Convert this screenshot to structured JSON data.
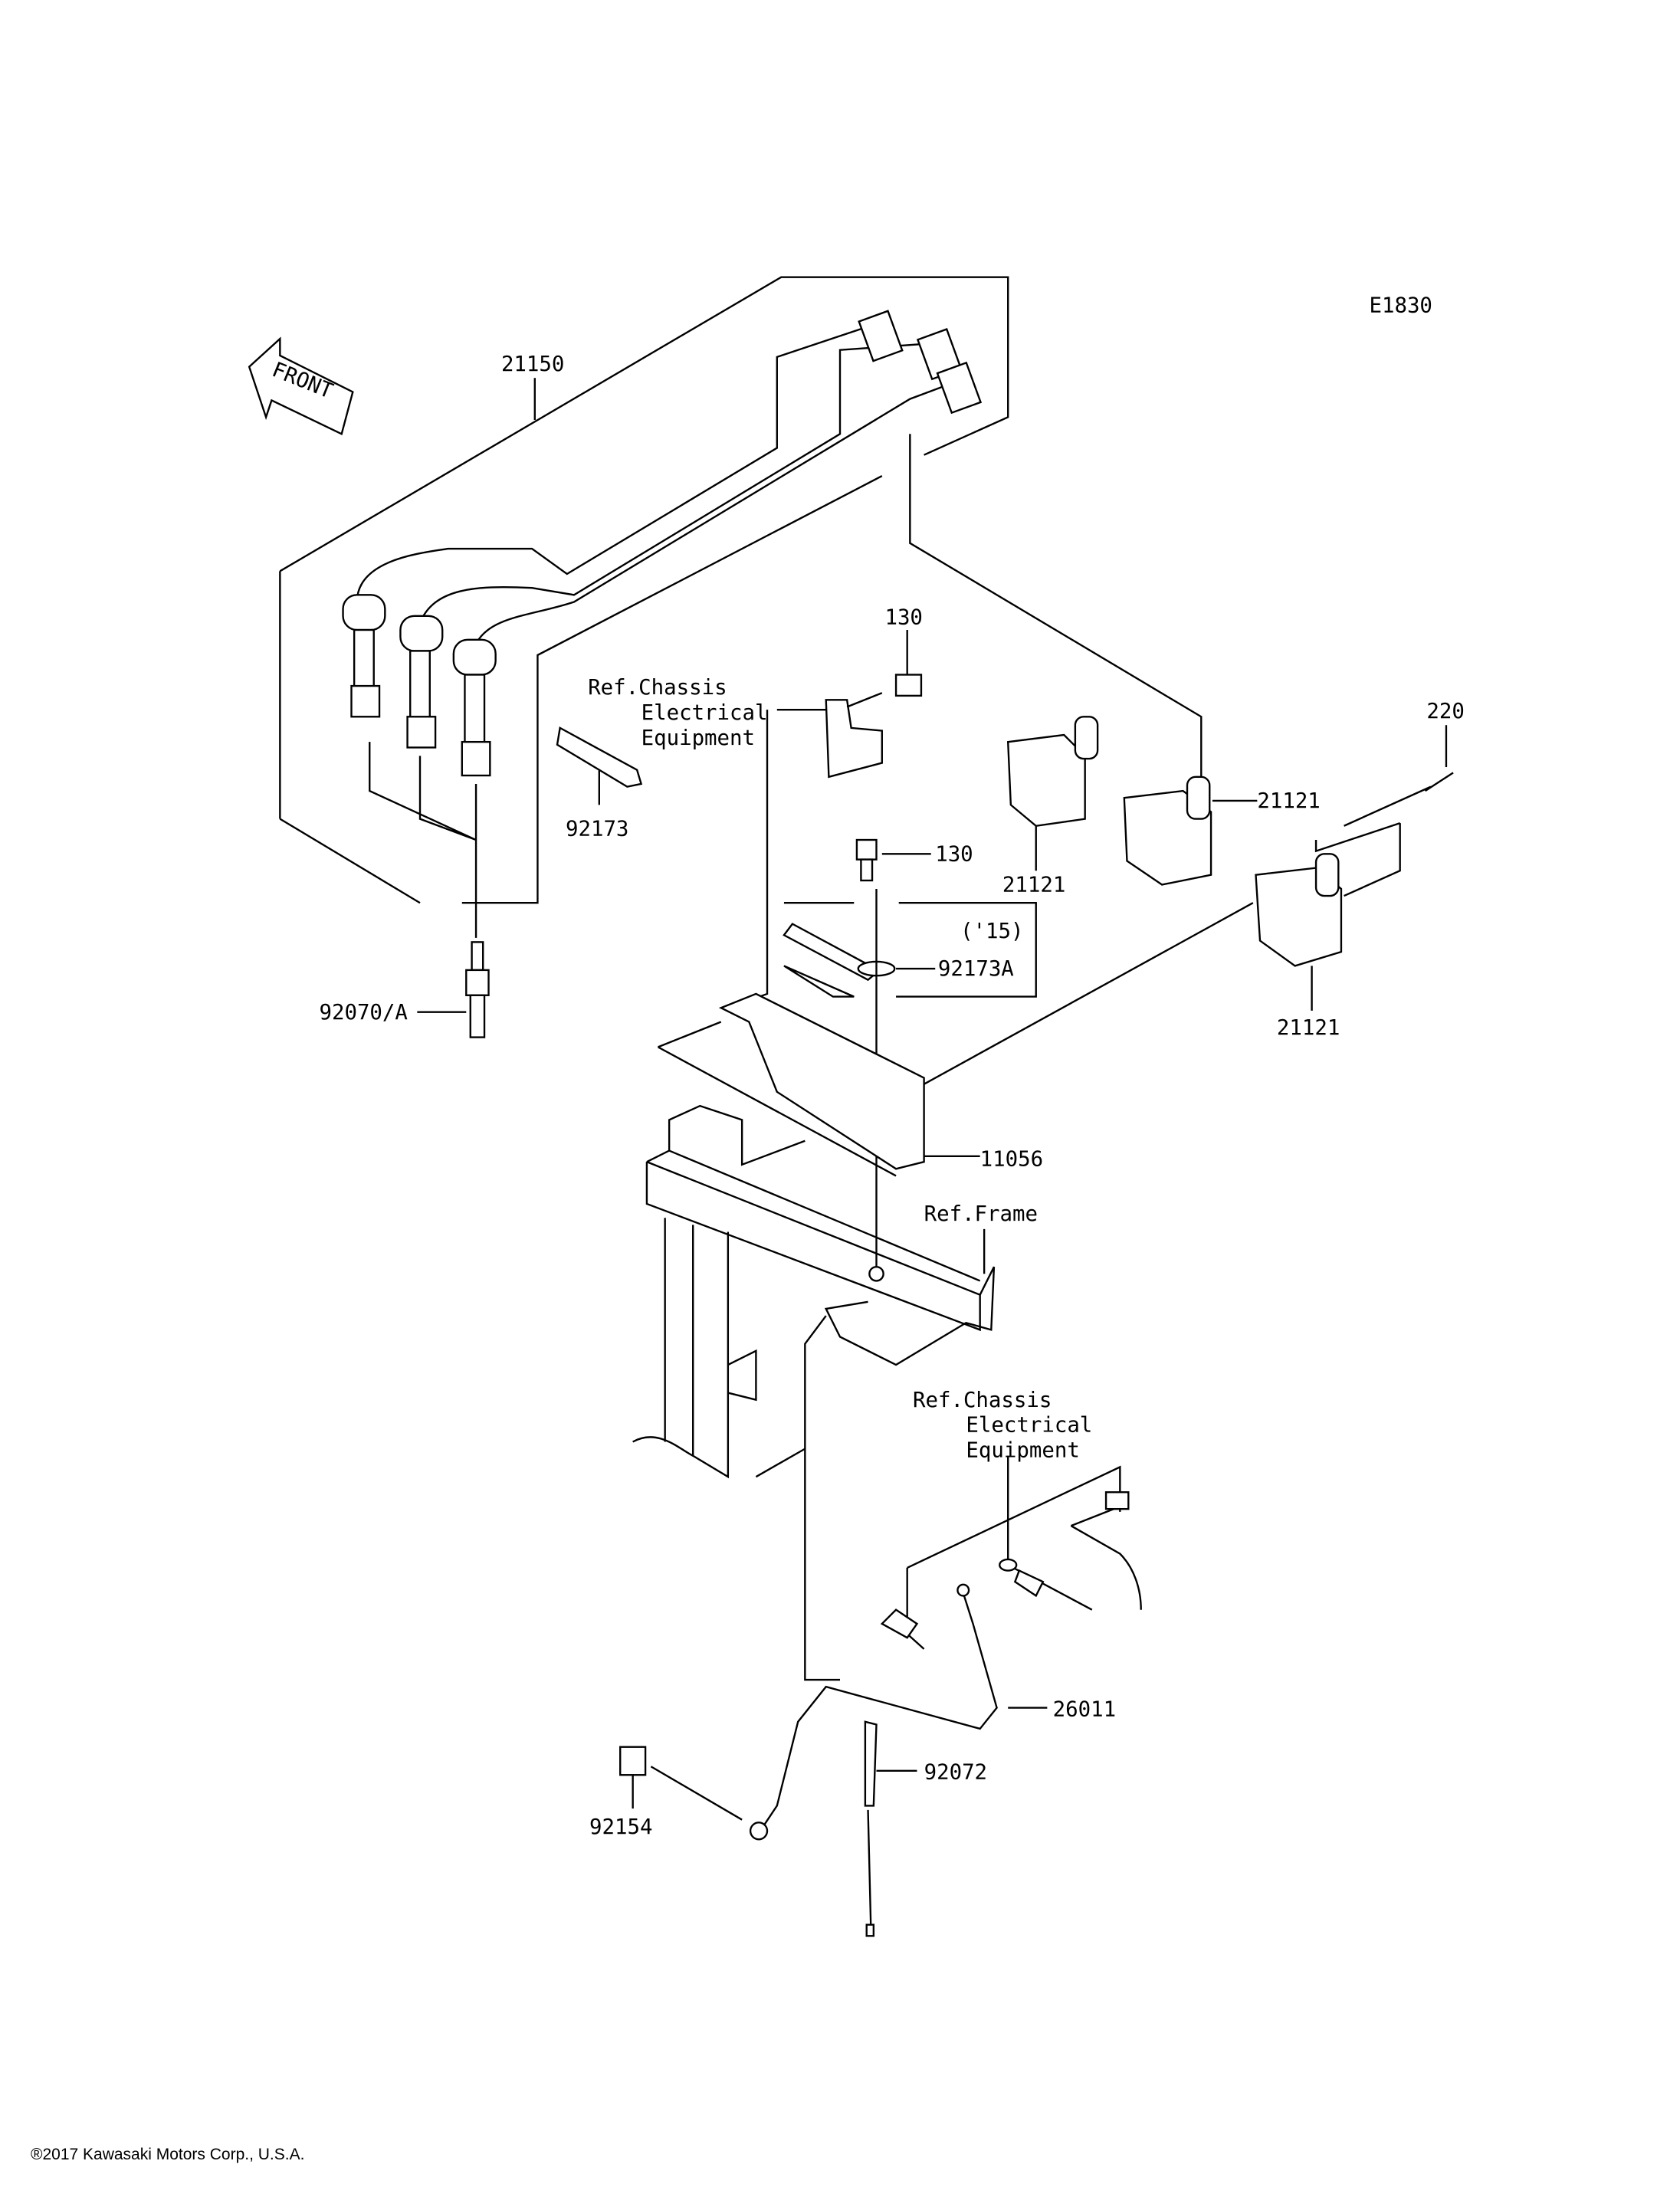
{
  "diagram_code": "E1830",
  "front_arrow_label": "FRONT",
  "parts": {
    "plug_leads": "21150",
    "bolt_upper": "130",
    "bolt_lower": "130",
    "bolt_coil": "220",
    "coil_a": "21121",
    "coil_b": "21121",
    "coil_c": "21121",
    "band": "92173",
    "band_a": "92173A",
    "year_note": "('15)",
    "spark_plug": "92070/A",
    "bracket": "11056",
    "ground_lead": "26011",
    "clamp": "92072",
    "bolt_ground": "92154"
  },
  "refs": {
    "chassis_upper": [
      "Ref.Chassis",
      "Electrical",
      "Equipment"
    ],
    "frame": "Ref.Frame",
    "chassis_lower": [
      "Ref.Chassis",
      "Electrical",
      "Equipment"
    ]
  },
  "copyright": "®2017 Kawasaki Motors Corp., U.S.A."
}
